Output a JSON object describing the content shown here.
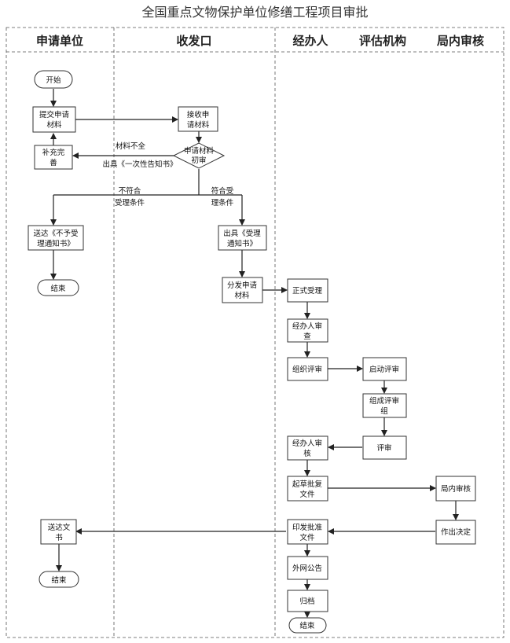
{
  "title": "全国重点文物保护单位修缮工程项目审批",
  "lanes": [
    "申请单位",
    "收发口",
    "经办人",
    "评估机构",
    "局内审核"
  ],
  "nodes": {
    "start": "开始",
    "submit": [
      "提交申请",
      "材料"
    ],
    "supplement": [
      "补充完",
      "善"
    ],
    "receive": [
      "接收申",
      "请材料"
    ],
    "precheck": [
      "申请材料",
      "初审"
    ],
    "deliver_reject": [
      "送达《不予受",
      "理通知书》"
    ],
    "end1": "结束",
    "issue_accept": [
      "出具《受理",
      "通知书》"
    ],
    "distribute": [
      "分发申请",
      "材料"
    ],
    "formal_accept": "正式受理",
    "handler_review": [
      "经办人审",
      "查"
    ],
    "organize_review": "组织评审",
    "start_review": "启动评审",
    "form_team": [
      "组成评审",
      "组"
    ],
    "review": "评审",
    "handler_audit": [
      "经办人审",
      "核"
    ],
    "draft": [
      "起草批复",
      "文件"
    ],
    "internal_audit": "局内审核",
    "decide": "作出决定",
    "print": [
      "印发批准",
      "文件"
    ],
    "send_doc": [
      "送达文",
      "书"
    ],
    "end2": "结束",
    "publish": "外网公告",
    "archive": "归档",
    "end3": "结束"
  },
  "labels": {
    "incomplete": "材料不全",
    "issue_once": "出具《一次性告知书》",
    "not_meet": [
      "不符合",
      "受理条件"
    ],
    "meet": [
      "符合受",
      "理条件"
    ]
  }
}
